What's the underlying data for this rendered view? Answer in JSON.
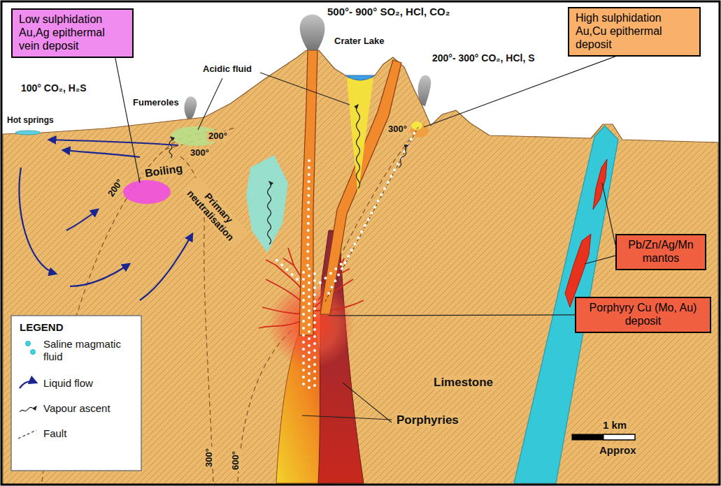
{
  "diagram": {
    "nodes": [
      {
        "text": [
          "Low sulphidation Au,Ag epithermal vein deposit"
        ]
      },
      {
        "text": [
          "High sulphidation Au,Cu epithermal deposit"
        ]
      },
      {
        "text": [
          "Pb/Zn/Ag/Mn mantos"
        ]
      },
      {
        "text": [
          "Porphyry Cu (Mo, Au) deposit"
        ]
      }
    ],
    "labels": [
      "500°- 900° SO₂, HCl, CO₂",
      "Crater Lake",
      "100° CO₂, H₂S",
      "Hot springs",
      "Fumeroles",
      "Acidic fluid",
      "200°- 300° CO₂, HCl, S",
      "200°",
      "300°",
      "300°",
      "Boiling",
      "Primary neutralisation",
      "200°",
      "Limestone",
      "Porphyries",
      "1 km",
      "300°",
      "600°",
      "Approx",
      "LEGEND"
    ],
    "legend": [
      {
        "text": "Saline magmatic fluid"
      },
      {
        "text": "Liquid flow"
      },
      {
        "text": "Vapour ascent"
      },
      {
        "text": "Fault"
      }
    ]
  }
}
